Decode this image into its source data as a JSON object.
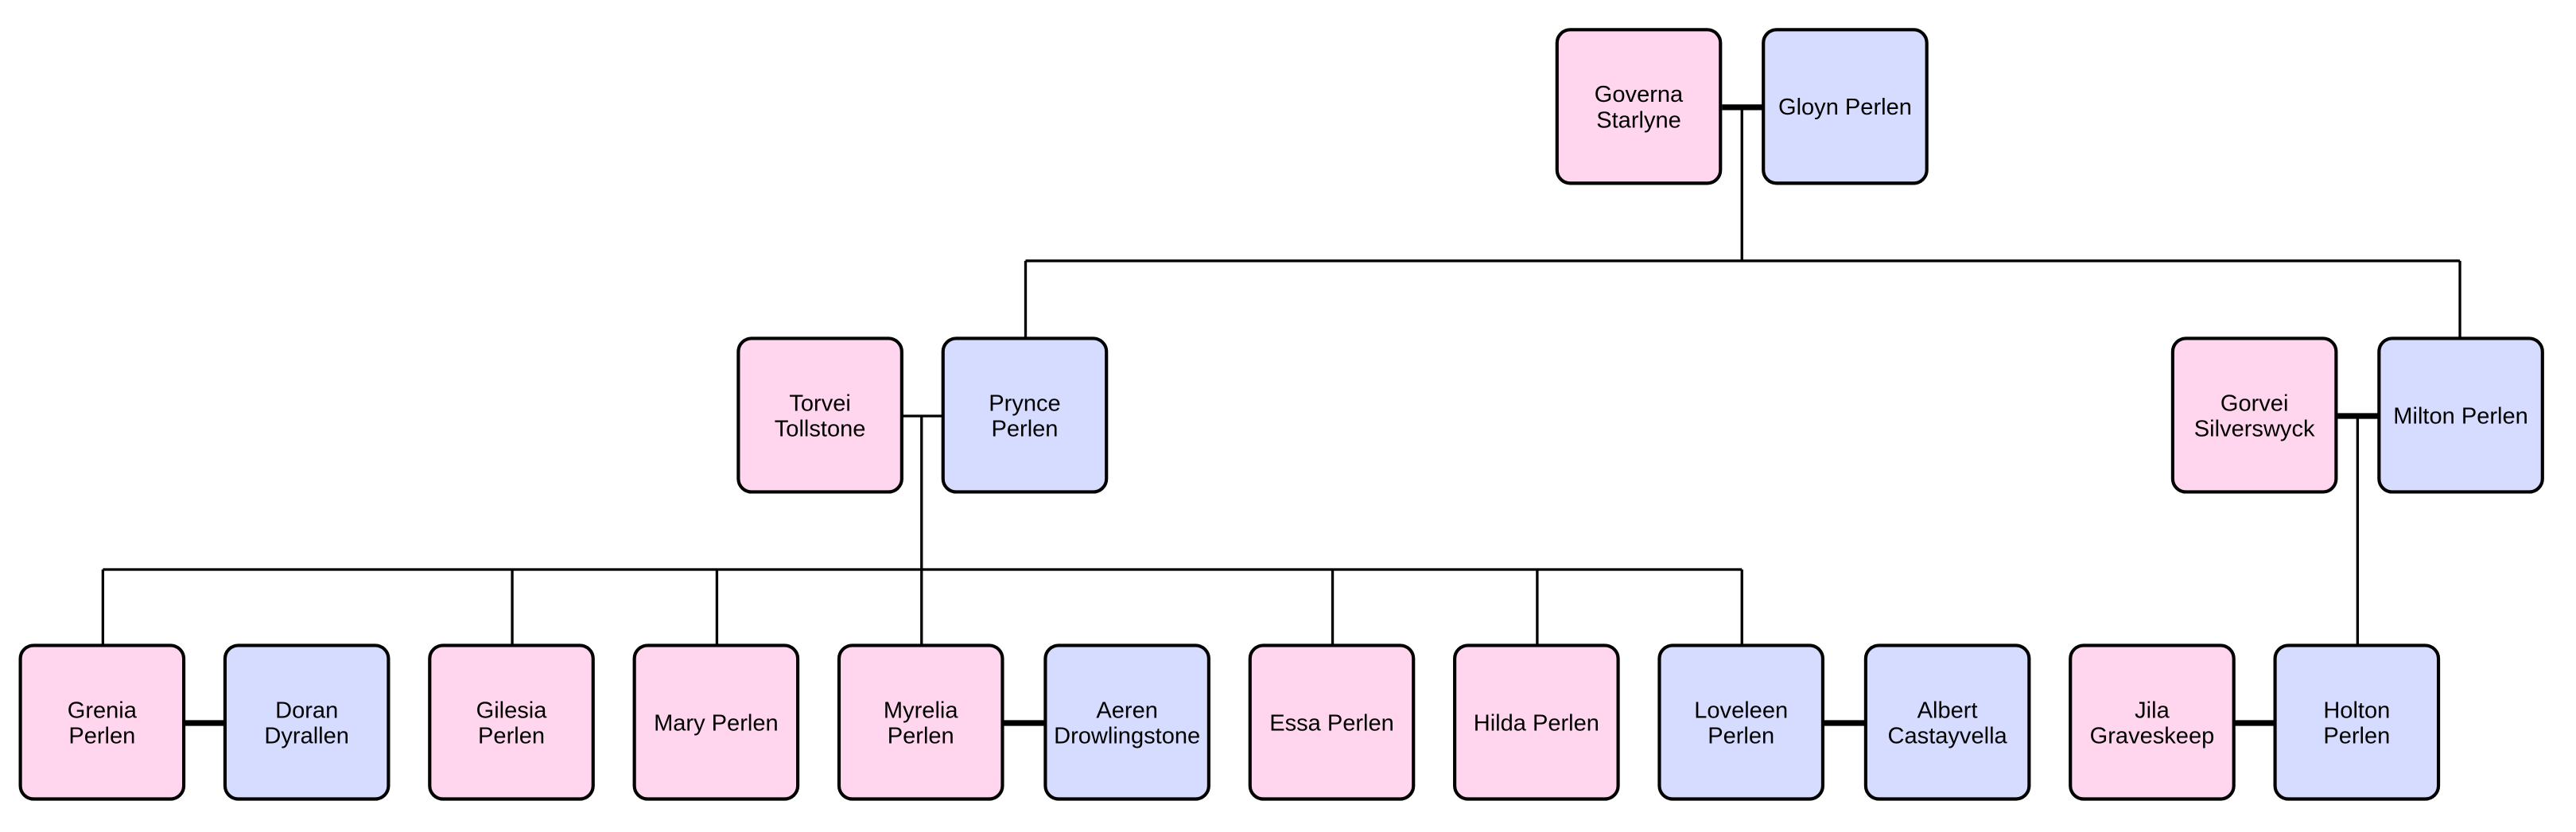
{
  "colors": {
    "female": "#ffd6ee",
    "male": "#d6dcff",
    "line": "#000000"
  },
  "people": [
    {
      "id": "governa",
      "lines": [
        "Governa",
        "Starlyne"
      ],
      "sex": "f"
    },
    {
      "id": "gloyn",
      "lines": [
        "Gloyn Perlen"
      ],
      "sex": "m"
    },
    {
      "id": "torvei",
      "lines": [
        "Torvei",
        "Tollstone"
      ],
      "sex": "f"
    },
    {
      "id": "prynce",
      "lines": [
        "Prynce",
        "Perlen"
      ],
      "sex": "m"
    },
    {
      "id": "gorvei",
      "lines": [
        "Gorvei",
        "Silverswyck"
      ],
      "sex": "f"
    },
    {
      "id": "milton",
      "lines": [
        "Milton Perlen"
      ],
      "sex": "m"
    },
    {
      "id": "grenia",
      "lines": [
        "Grenia",
        "Perlen"
      ],
      "sex": "f"
    },
    {
      "id": "doran",
      "lines": [
        "Doran",
        "Dyrallen"
      ],
      "sex": "m"
    },
    {
      "id": "gilesia",
      "lines": [
        "Gilesia",
        "Perlen"
      ],
      "sex": "f"
    },
    {
      "id": "mary",
      "lines": [
        "Mary Perlen"
      ],
      "sex": "f"
    },
    {
      "id": "myrelia",
      "lines": [
        "Myrelia",
        "Perlen"
      ],
      "sex": "f"
    },
    {
      "id": "aeren",
      "lines": [
        "Aeren",
        "Drowlingstone"
      ],
      "sex": "m"
    },
    {
      "id": "essa",
      "lines": [
        "Essa Perlen"
      ],
      "sex": "f"
    },
    {
      "id": "hilda",
      "lines": [
        "Hilda Perlen"
      ],
      "sex": "f"
    },
    {
      "id": "loveleen",
      "lines": [
        "Loveleen",
        "Perlen"
      ],
      "sex": "m"
    },
    {
      "id": "albert",
      "lines": [
        "Albert",
        "Castayvella"
      ],
      "sex": "m"
    },
    {
      "id": "jila",
      "lines": [
        "Jila",
        "Graveskeep"
      ],
      "sex": "f"
    },
    {
      "id": "holton",
      "lines": [
        "Holton",
        "Perlen"
      ],
      "sex": "m"
    }
  ]
}
